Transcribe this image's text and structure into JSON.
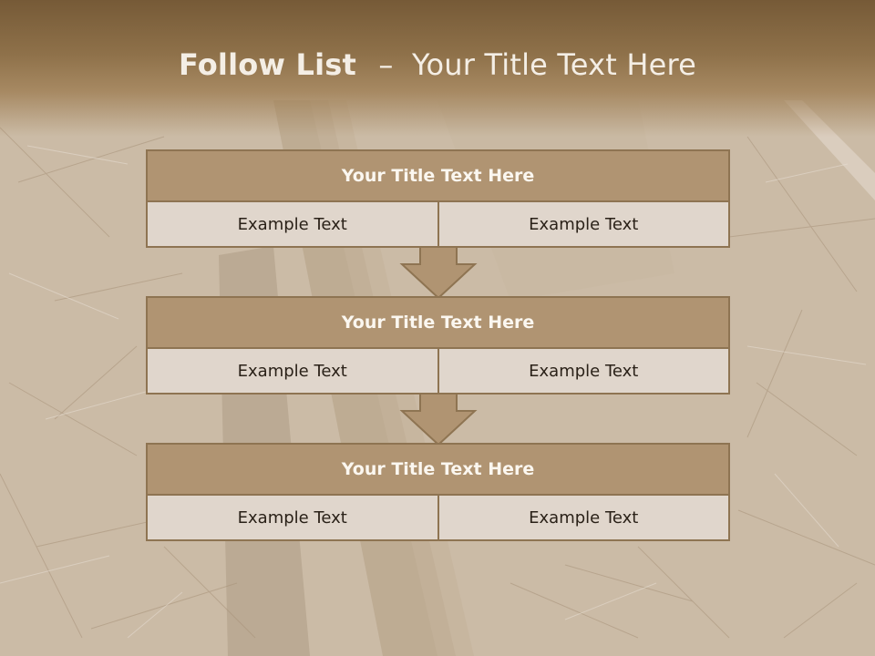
{
  "slide": {
    "title_bold": "Follow List",
    "title_dash": "–",
    "title_rest": "Your Title Text Here"
  },
  "blocks": [
    {
      "title": "Your Title Text Here",
      "left": "Example Text",
      "right": "Example Text"
    },
    {
      "title": "Your Title Text Here",
      "left": "Example Text",
      "right": "Example Text"
    },
    {
      "title": "Your Title Text Here",
      "left": "Example Text",
      "right": "Example Text"
    }
  ],
  "colors": {
    "header_brown": "#765a37",
    "block_title_fill": "#b09472",
    "block_border": "#8e7452",
    "cell_fill": "#e0d6cc",
    "arrow_fill": "#b09472"
  },
  "icons": [
    "down-arrow-icon",
    "down-arrow-icon"
  ]
}
